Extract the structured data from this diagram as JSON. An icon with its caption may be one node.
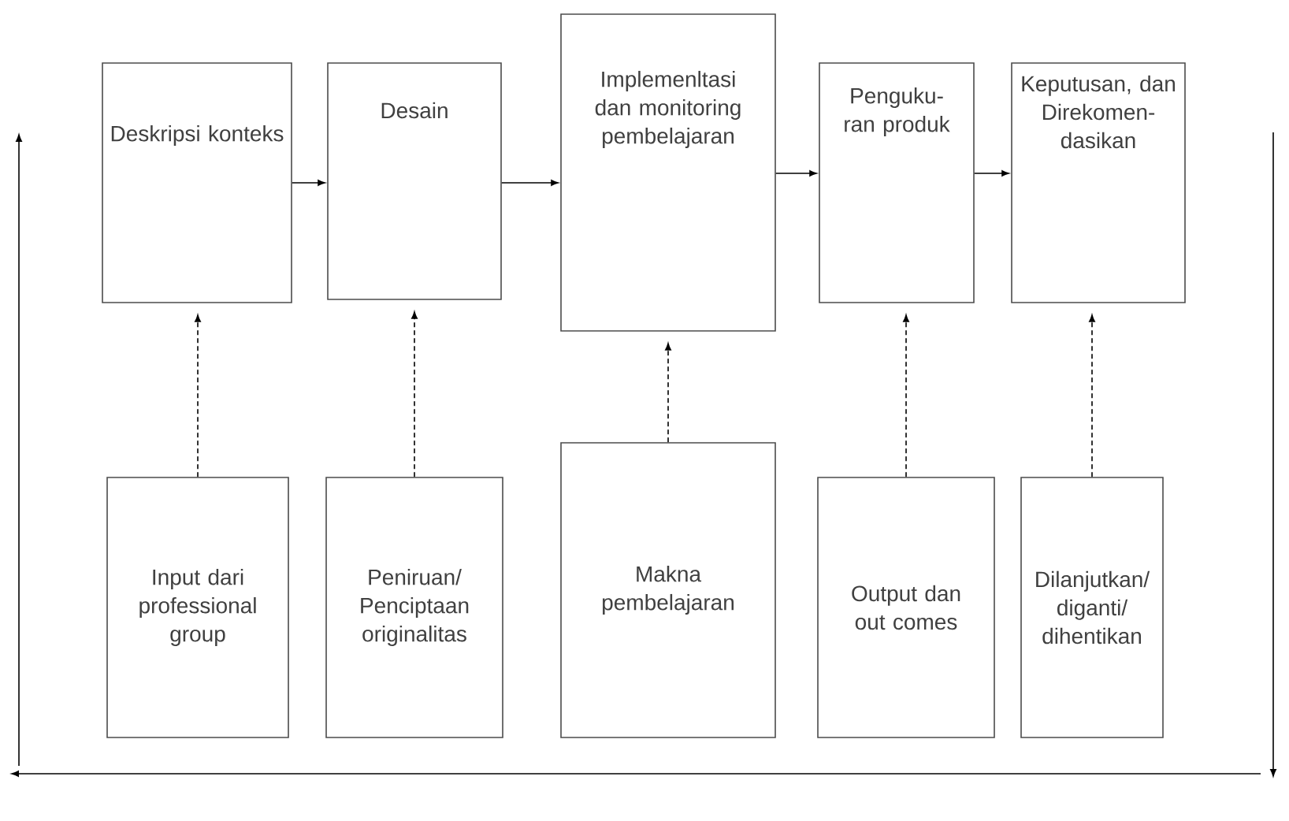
{
  "diagram": {
    "nodes": [
      {
        "text": [
          "Deskripsi konteks"
        ]
      },
      {
        "text": [
          "Desain"
        ]
      },
      {
        "text": [
          "Implemenltasi dan monitoring pembelajaran"
        ]
      },
      {
        "text": [
          "Penguku- ran produk"
        ]
      },
      {
        "text": [
          "Keputusan, dan Direkomen- dasikan"
        ]
      },
      {
        "text": [
          "Input dari professional group"
        ]
      },
      {
        "text": [
          "Peniruan/ Penciptaan originalitas"
        ]
      },
      {
        "text": [
          "Makna pembelajaran"
        ]
      },
      {
        "text": [
          "Output dan out comes"
        ]
      },
      {
        "text": [
          "Dilanjutkan/ diganti/ dihentikan"
        ]
      }
    ],
    "edges": [
      {
        "from": 0,
        "to": 1,
        "arrow": "to"
      },
      {
        "from": 1,
        "to": 2,
        "arrow": "to"
      },
      {
        "from": 2,
        "to": 3,
        "arrow": "to"
      },
      {
        "from": 3,
        "to": 4,
        "arrow": "to"
      },
      {
        "from": 5,
        "to": 0,
        "arrow": "to",
        "style": "dashed"
      },
      {
        "from": 6,
        "to": 1,
        "arrow": "to",
        "style": "dashed"
      },
      {
        "from": 7,
        "to": 2,
        "arrow": "to",
        "style": "dashed"
      },
      {
        "from": 8,
        "to": 3,
        "arrow": "to",
        "style": "dashed"
      },
      {
        "from": 9,
        "to": 4,
        "arrow": "to",
        "style": "dashed"
      }
    ]
  }
}
